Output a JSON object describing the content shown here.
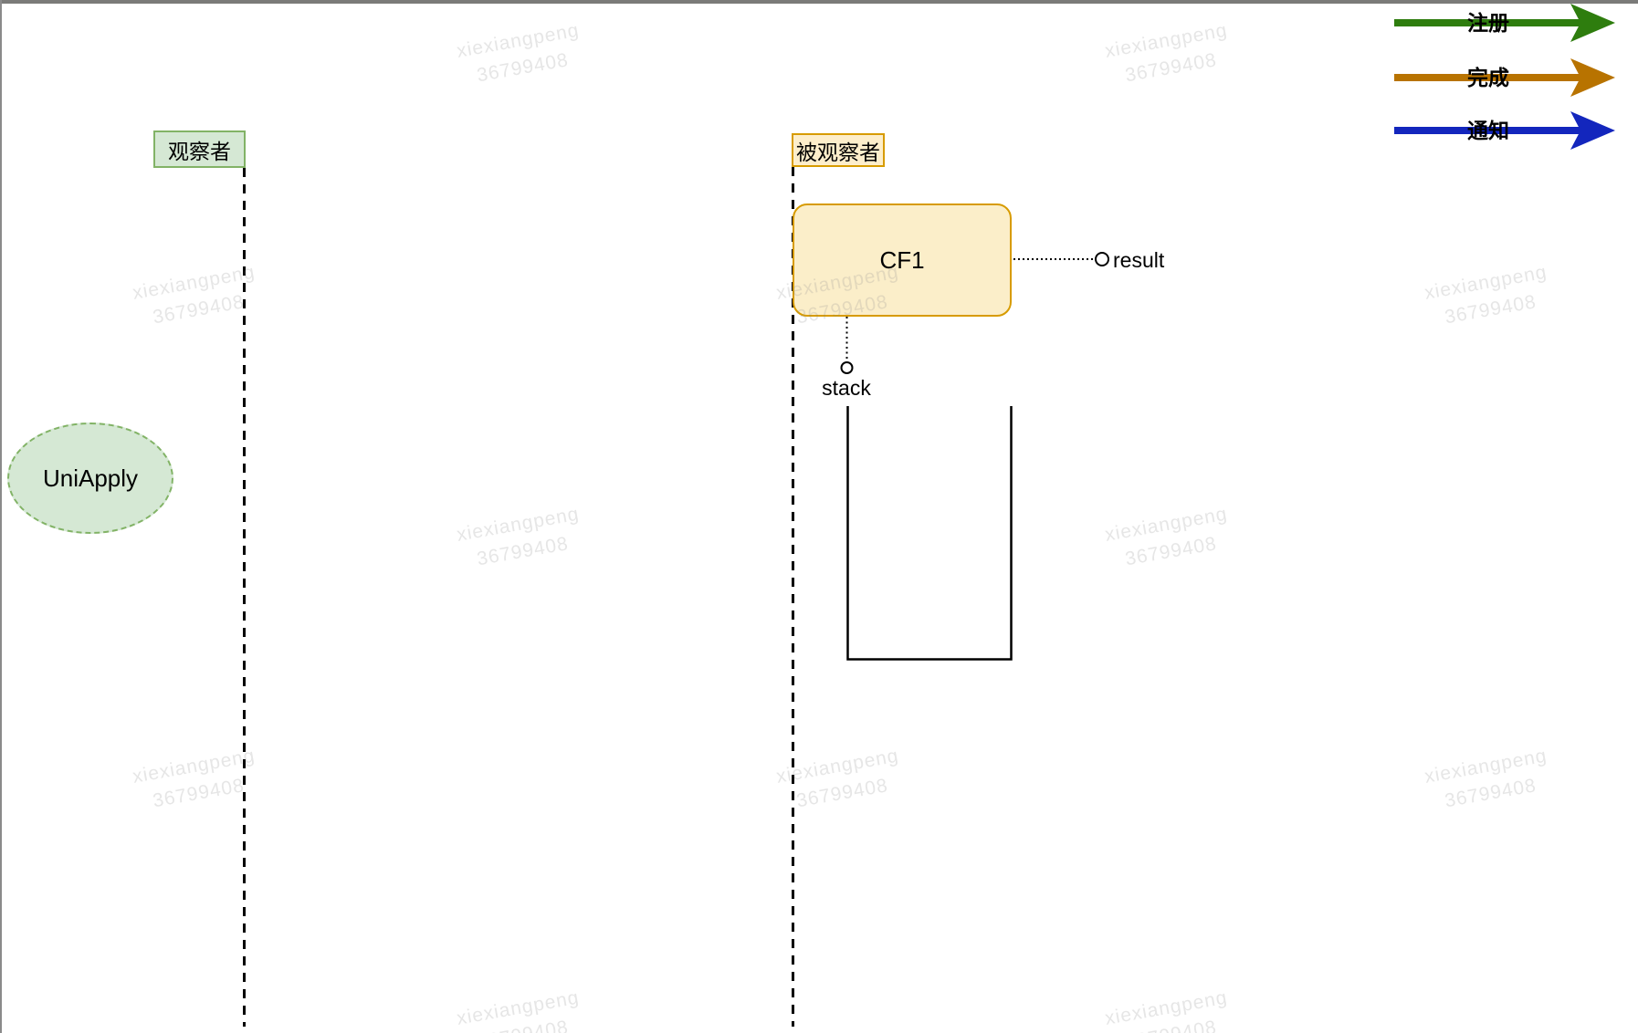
{
  "diagram": {
    "type": "sequence-observer-pattern",
    "actors": {
      "observer": "观察者",
      "observable": "被观察者"
    },
    "nodes": {
      "cf1": "CF1",
      "result": "result",
      "stack": "stack",
      "uniapply": "UniApply"
    },
    "legend": {
      "items": [
        {
          "id": "register",
          "label": "注册",
          "color": "#2e7d0e"
        },
        {
          "id": "complete",
          "label": "完成",
          "color": "#b87300"
        },
        {
          "id": "notify",
          "label": "通知",
          "color": "#1326bd"
        }
      ]
    },
    "colors": {
      "green_fill": "#d5e8d4",
      "green_stroke": "#82b366",
      "orange_fill": "#fbeec9",
      "orange_stroke": "#d79b00",
      "line_color": "#000000",
      "top_edge": "#7b7b79",
      "left_edge": "#8a8a8a"
    }
  },
  "watermark": {
    "line1": "xiexiangpeng",
    "line2": "36799408"
  }
}
